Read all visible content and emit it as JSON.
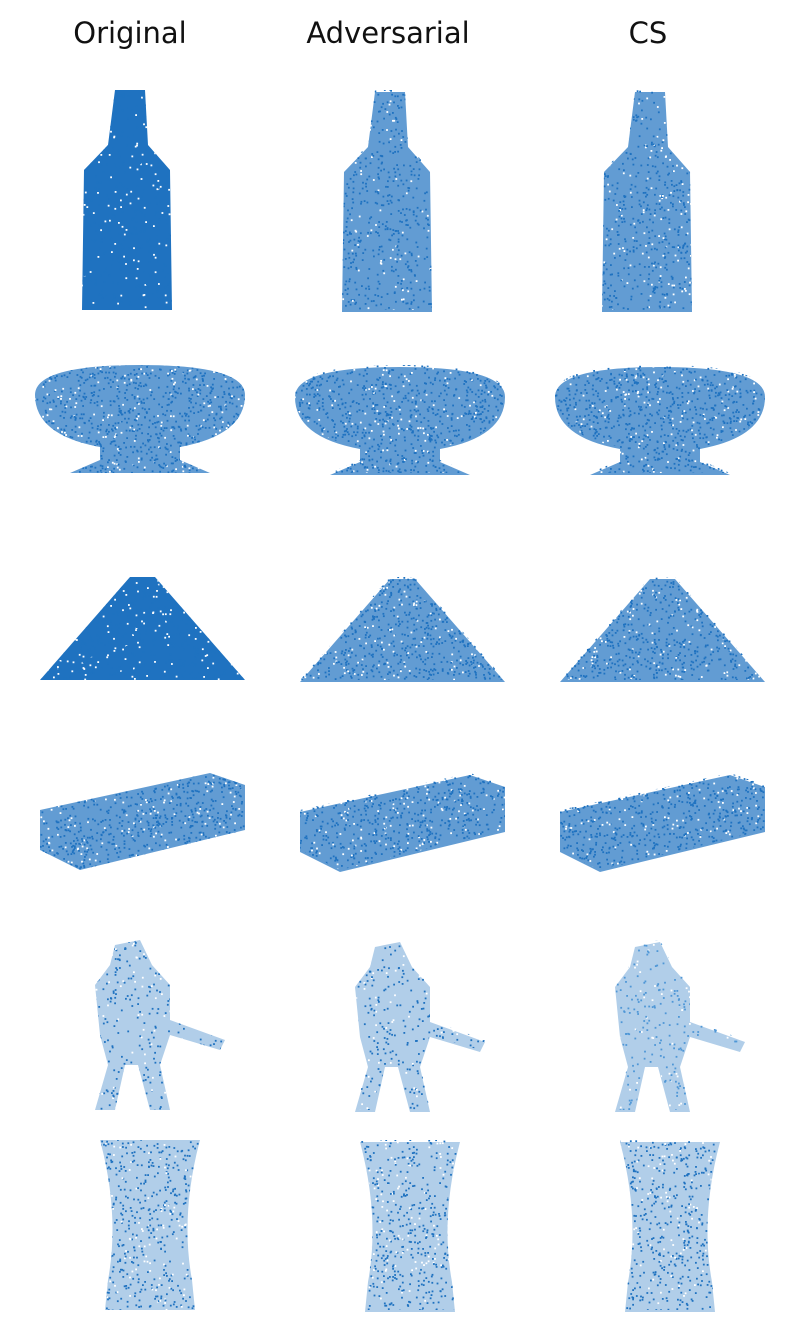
{
  "headers": [
    "Original",
    "Adversarial",
    "CS"
  ],
  "colors": {
    "points": "#1f72c0",
    "points_light": "#4f97d6"
  },
  "shapes": [
    {
      "name": "bottle",
      "columns": [
        "original",
        "adversarial",
        "cs"
      ]
    },
    {
      "name": "bowl",
      "columns": [
        "original",
        "adversarial",
        "cs"
      ]
    },
    {
      "name": "tent",
      "columns": [
        "original",
        "adversarial",
        "cs"
      ]
    },
    {
      "name": "bed",
      "columns": [
        "original",
        "adversarial",
        "cs"
      ]
    },
    {
      "name": "figure",
      "columns": [
        "original",
        "adversarial",
        "cs"
      ]
    },
    {
      "name": "vase",
      "columns": [
        "original",
        "adversarial",
        "cs"
      ]
    }
  ]
}
